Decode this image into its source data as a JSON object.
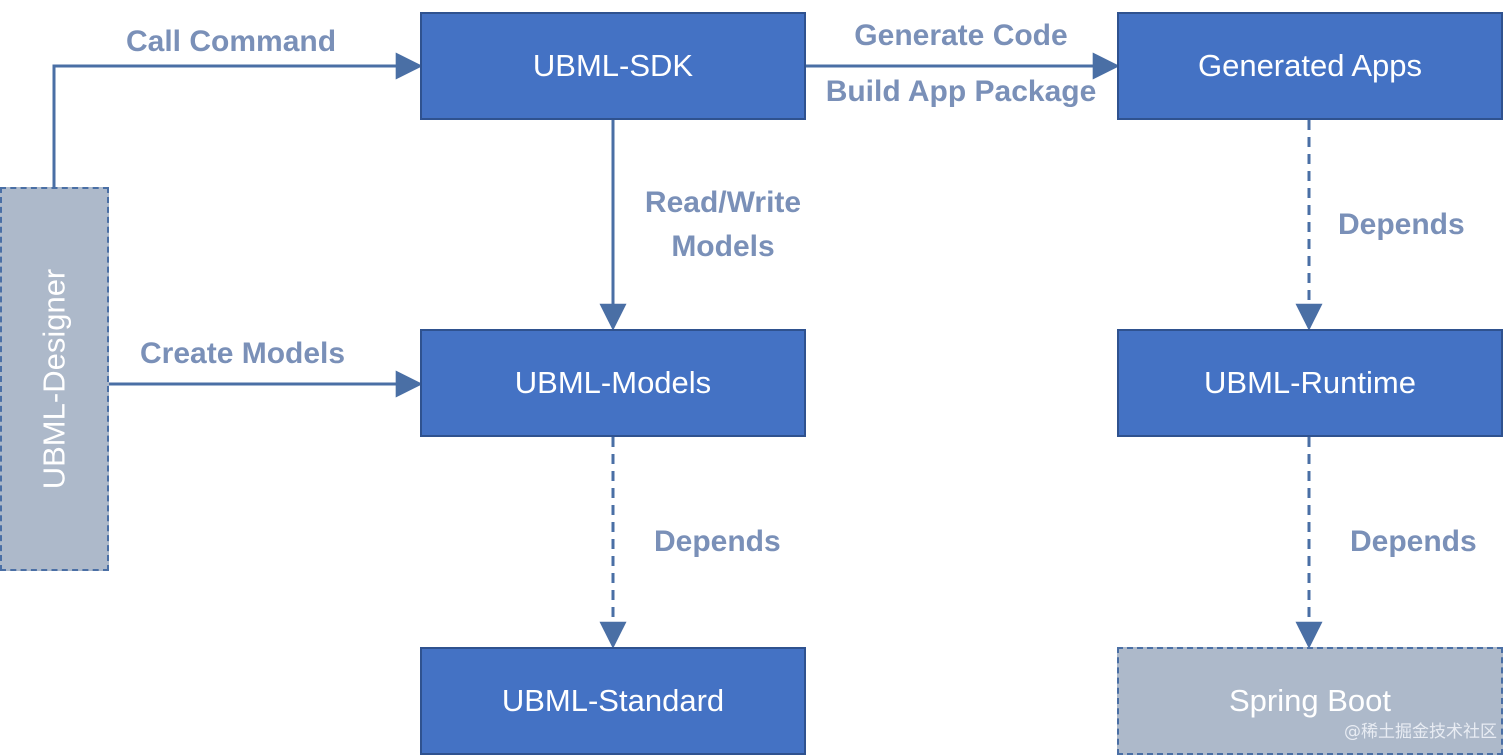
{
  "colors": {
    "box_fill": "#4472c4",
    "box_border": "#2f528f",
    "muted_fill": "#adb9ca",
    "connector": "#4a6fa5",
    "label_text": "#7a90b8"
  },
  "nodes": {
    "designer": "UBML-Designer",
    "sdk": "UBML-SDK",
    "generated_apps": "Generated Apps",
    "models": "UBML-Models",
    "runtime": "UBML-Runtime",
    "standard": "UBML-Standard",
    "spring_boot": "Spring Boot"
  },
  "edges": {
    "call_command": "Call Command",
    "generate_code": "Generate Code",
    "build_app_package": "Build App Package",
    "read_write": "Read/Write",
    "models": "Models",
    "create_models": "Create Models",
    "depends_apps_runtime": "Depends",
    "depends_models_standard": "Depends",
    "depends_runtime_spring": "Depends"
  },
  "watermark": "@稀土掘金技术社区"
}
